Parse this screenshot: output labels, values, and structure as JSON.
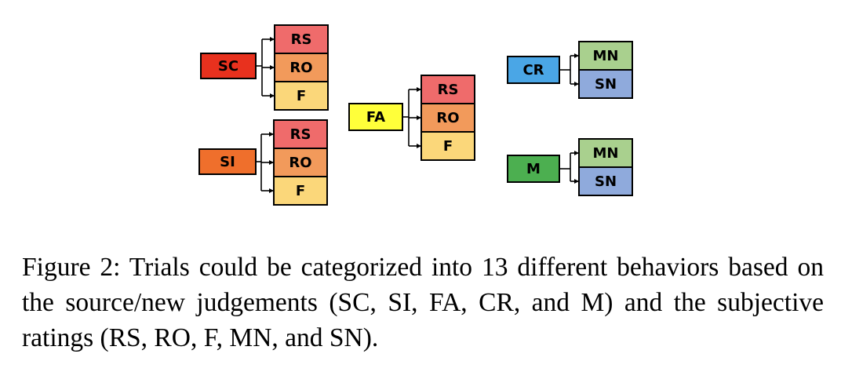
{
  "diagram": {
    "groups": [
      {
        "source": {
          "label": "SC",
          "color": "#e8311e"
        },
        "ratings": [
          {
            "label": "RS",
            "color": "#ef6b6b"
          },
          {
            "label": "RO",
            "color": "#f29a5b"
          },
          {
            "label": "F",
            "color": "#fbd77a"
          }
        ]
      },
      {
        "source": {
          "label": "SI",
          "color": "#ef6f2c"
        },
        "ratings": [
          {
            "label": "RS",
            "color": "#ef6b6b"
          },
          {
            "label": "RO",
            "color": "#f29a5b"
          },
          {
            "label": "F",
            "color": "#fbd77a"
          }
        ]
      },
      {
        "source": {
          "label": "FA",
          "color": "#ffff3a"
        },
        "ratings": [
          {
            "label": "RS",
            "color": "#ef6b6b"
          },
          {
            "label": "RO",
            "color": "#f29a5b"
          },
          {
            "label": "F",
            "color": "#fbd77a"
          }
        ]
      },
      {
        "source": {
          "label": "CR",
          "color": "#4aa6e6"
        },
        "ratings": [
          {
            "label": "MN",
            "color": "#a9d08e"
          },
          {
            "label": "SN",
            "color": "#8faadc"
          }
        ]
      },
      {
        "source": {
          "label": "M",
          "color": "#4caf50"
        },
        "ratings": [
          {
            "label": "MN",
            "color": "#a9d08e"
          },
          {
            "label": "SN",
            "color": "#8faadc"
          }
        ]
      }
    ]
  },
  "caption": "Figure 2: Trials could be categorized into 13 different behaviors based on the source/new judgements (SC, SI, FA, CR, and M) and the subjective ratings (RS, RO, F, MN, and SN)."
}
